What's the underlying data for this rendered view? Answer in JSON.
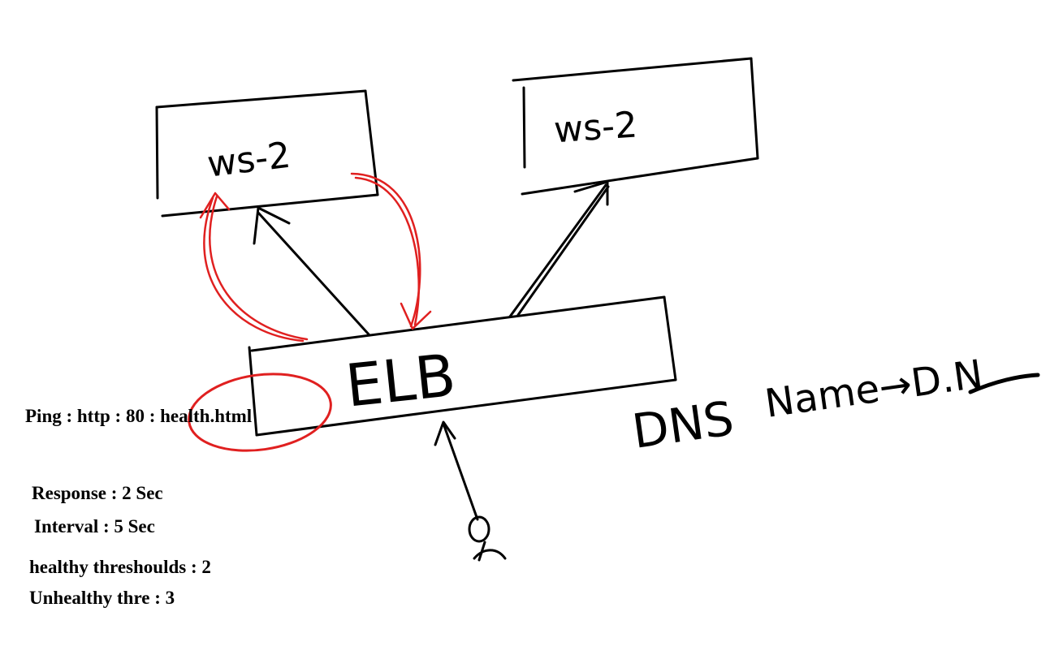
{
  "diagram": {
    "nodes": {
      "ws_left": "ws-2",
      "ws_right": "ws-2",
      "elb": "ELB"
    },
    "dns_label": "DNS",
    "dns_name_note": "Name→D.N",
    "colors": {
      "ink": "#000000",
      "highlight": "#e02020"
    }
  },
  "health_check": {
    "ping": "Ping : http : 80 : health.html",
    "response": "Response : 2 Sec",
    "interval": "Interval : 5 Sec",
    "healthy_threshold": "healthy threshoulds : 2",
    "unhealthy_threshold": "Unhealthy thre : 3"
  }
}
